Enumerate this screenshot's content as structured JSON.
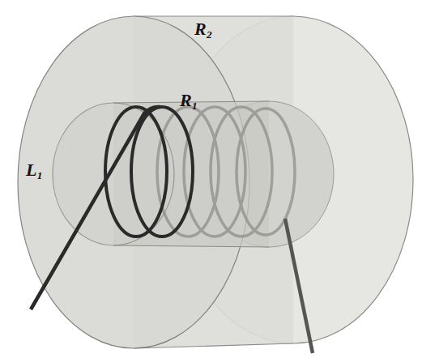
{
  "diagram": {
    "labels": [
      "R₂",
      "R₁",
      "L₁"
    ]
  }
}
